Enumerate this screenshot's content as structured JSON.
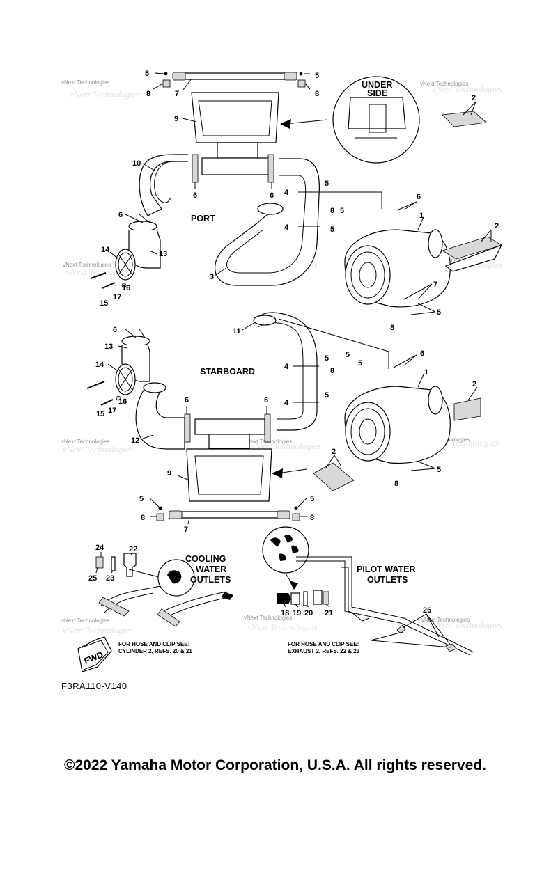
{
  "sections": {
    "port": "PORT",
    "starboard": "STARBOARD",
    "under_side_line1": "UNDER",
    "under_side_line2": "SIDE",
    "cooling_line1": "COOLING",
    "cooling_line2": "WATER",
    "cooling_line3": "OUTLETS",
    "pilot_line1": "PILOT WATER",
    "pilot_line2": "OUTLETS",
    "fwd": "FWD"
  },
  "notes": {
    "cooling_line1": "FOR HOSE AND CLIP SEE:",
    "cooling_line2": "CYLINDER 2, REFS.  20 & 21",
    "pilot_line1": "FOR HOSE AND CLIP SEE:",
    "pilot_line2": "EXHAUST 2, REFS. 22 & 23"
  },
  "watermark": {
    "text": "vNext Technologies",
    "ghost": "vNext Technologies"
  },
  "callouts": {
    "c1": "1",
    "c2": "2",
    "c3": "3",
    "c4": "4",
    "c5": "5",
    "c6": "6",
    "c7": "7",
    "c8": "8",
    "c9": "9",
    "c10": "10",
    "c11": "11",
    "c12": "12",
    "c13": "13",
    "c14": "14",
    "c15": "15",
    "c16": "16",
    "c17": "17",
    "c18": "18",
    "c19": "19",
    "c20": "20",
    "c21": "21",
    "c22": "22",
    "c23": "23",
    "c24": "24",
    "c25": "25",
    "c26": "26"
  },
  "figure_ref": "F3RA110-V140",
  "copyright": "©2022 Yamaha Motor Corporation, U.S.A. All rights reserved."
}
